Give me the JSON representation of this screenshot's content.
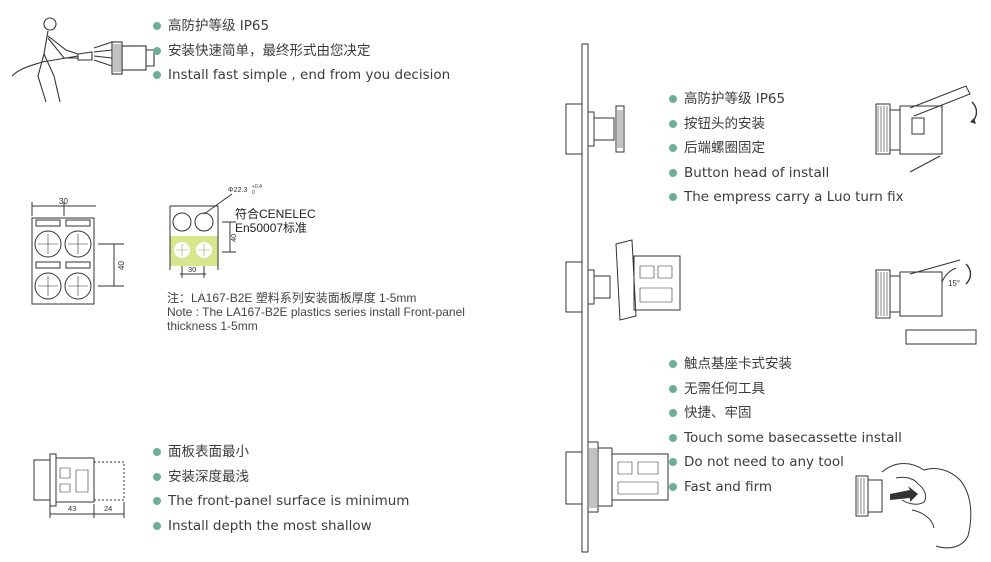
{
  "section_top_left": {
    "bullets": [
      "高防护等级 IP65",
      "安装快速简单，最终形式由您决定",
      "Install fast simple , end from you decision"
    ]
  },
  "section_middle_left": {
    "dim_30": "30",
    "dim_40": "40",
    "cutout_dia": "Φ22.3",
    "cutout_tol_upper": "+0.4",
    "cutout_tol_lower": "0",
    "cutout_dim_30": "30",
    "cutout_dim_40": "40",
    "standard_line1": "符合CENELEC",
    "standard_line2": "En50007标准",
    "note_cn": "注：LA167-B2E 塑料系列安装面板厚度 1-5mm",
    "note_en_line1": "Note : The LA167-B2E plastics series install Front-panel",
    "note_en_line2": "thickness 1-5mm"
  },
  "section_bottom_left": {
    "dim_43": "43",
    "dim_24": "24",
    "bullets": [
      "面板表面最小",
      "安装深度最浅",
      "The front-panel surface is minimum",
      "Install depth the most shallow"
    ]
  },
  "section_right_top": {
    "bullets": [
      " 高防护等级 IP65",
      "按钮头的安装",
      "后端螺圈固定",
      "Button head of install",
      "The empress carry a Luo turn fix"
    ]
  },
  "section_right_middle": {
    "angle_label": "15°"
  },
  "section_right_bottom": {
    "bullets": [
      "触点基座卡式安装",
      "无需任何工具",
      "快捷、牢固",
      "Touch some basecassette install",
      "Do not need to any tool",
      "Fast and firm"
    ]
  },
  "colors": {
    "bullet": "#6fae9b",
    "cutout_fill": "#d9e58c",
    "line": "#333333"
  }
}
